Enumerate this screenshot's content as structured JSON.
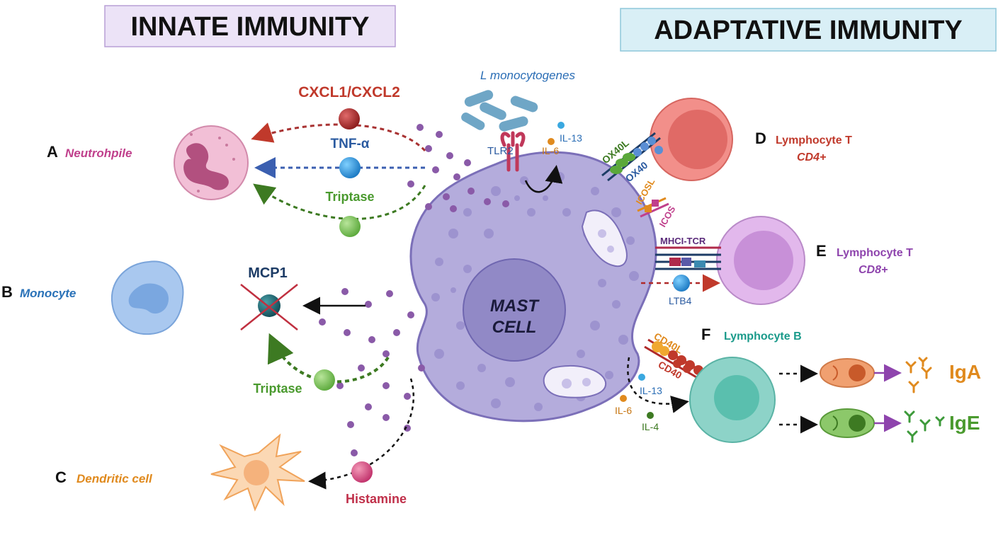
{
  "headers": {
    "innate": "INNATE IMMUNITY",
    "adaptive": "ADAPTATIVE IMMUNITY"
  },
  "center": {
    "line1": "MAST",
    "line2": "CELL"
  },
  "pathogen": "L monocytogenes",
  "receptor": "TLR2",
  "cells": {
    "a": {
      "letter": "A",
      "name": "Neutrohpile"
    },
    "b": {
      "letter": "B",
      "name": "Monocyte"
    },
    "c": {
      "letter": "C",
      "name": "Dendritic cell"
    },
    "d": {
      "letter": "D",
      "name": "Lymphocyte T",
      "sub": "CD4+"
    },
    "e": {
      "letter": "E",
      "name": "Lymphocyte T",
      "sub": "CD8+"
    },
    "f": {
      "letter": "F",
      "name": "Lymphocyte B"
    }
  },
  "mediators": {
    "cxcl": "CXCL1/CXCL2",
    "tnf": "TNF-α",
    "triptase1": "Triptase",
    "mcp1": "MCP1",
    "triptase2": "Triptase",
    "histamine": "Histamine",
    "il13_top": "IL-13",
    "il6_top": "IL-6",
    "ltb4": "LTB4",
    "il13_bottom": "IL-13",
    "il6_bottom": "IL-6",
    "il4": "IL-4"
  },
  "surface": {
    "ox40l": "OX40L",
    "ox40": "OX40",
    "icosl": "ICOSL",
    "icos": "ICOS",
    "mhc": "MHCI-TCR",
    "cd40l": "CD40L",
    "cd40": "CD40"
  },
  "antibodies": {
    "iga": "IgA",
    "ige": "IgE"
  },
  "colors": {
    "innate_box": "#ece3f7",
    "adaptive_box": "#d9eff6",
    "mast": "#b0a8d8",
    "red": "#c0392b",
    "blue": "#2a6db5",
    "green": "#4a9a2e",
    "purple": "#8e44ad",
    "orange": "#e08a1e",
    "teal": "#1a9a8a"
  }
}
